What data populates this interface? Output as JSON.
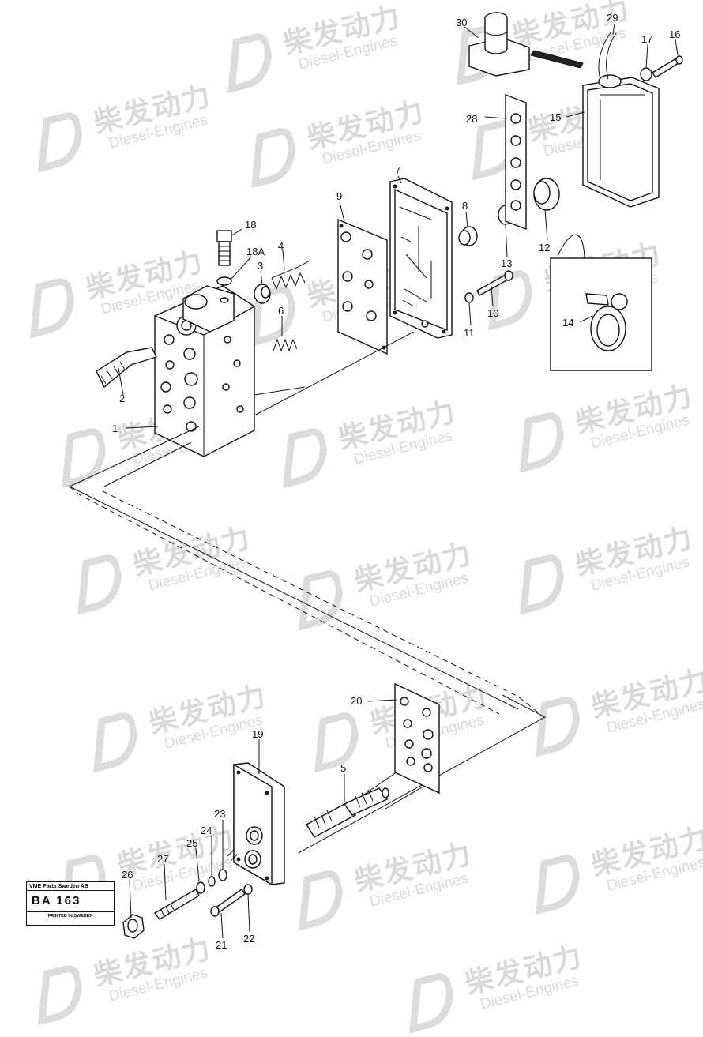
{
  "watermark": {
    "cn": "柴发动力",
    "en": "Diesel-Engines"
  },
  "stamp": {
    "company": "VME Parts Sweden AB",
    "code": "BA  163",
    "printed": "PRINTED IN SWEDEN"
  },
  "labels": {
    "p1": "1",
    "p2": "2",
    "p3": "3",
    "p4": "4",
    "p5": "5",
    "p6": "6",
    "p7": "7",
    "p8": "8",
    "p9": "9",
    "p10": "10",
    "p11": "11",
    "p12": "12",
    "p13": "13",
    "p14": "14",
    "p15": "15",
    "p16": "16",
    "p17": "17",
    "p18": "18",
    "p18a": "18A",
    "p19": "19",
    "p20": "20",
    "p21": "21",
    "p22": "22",
    "p23": "23",
    "p24": "24",
    "p25": "25",
    "p26": "26",
    "p27": "27",
    "p28": "28",
    "p29": "29",
    "p30": "30"
  }
}
